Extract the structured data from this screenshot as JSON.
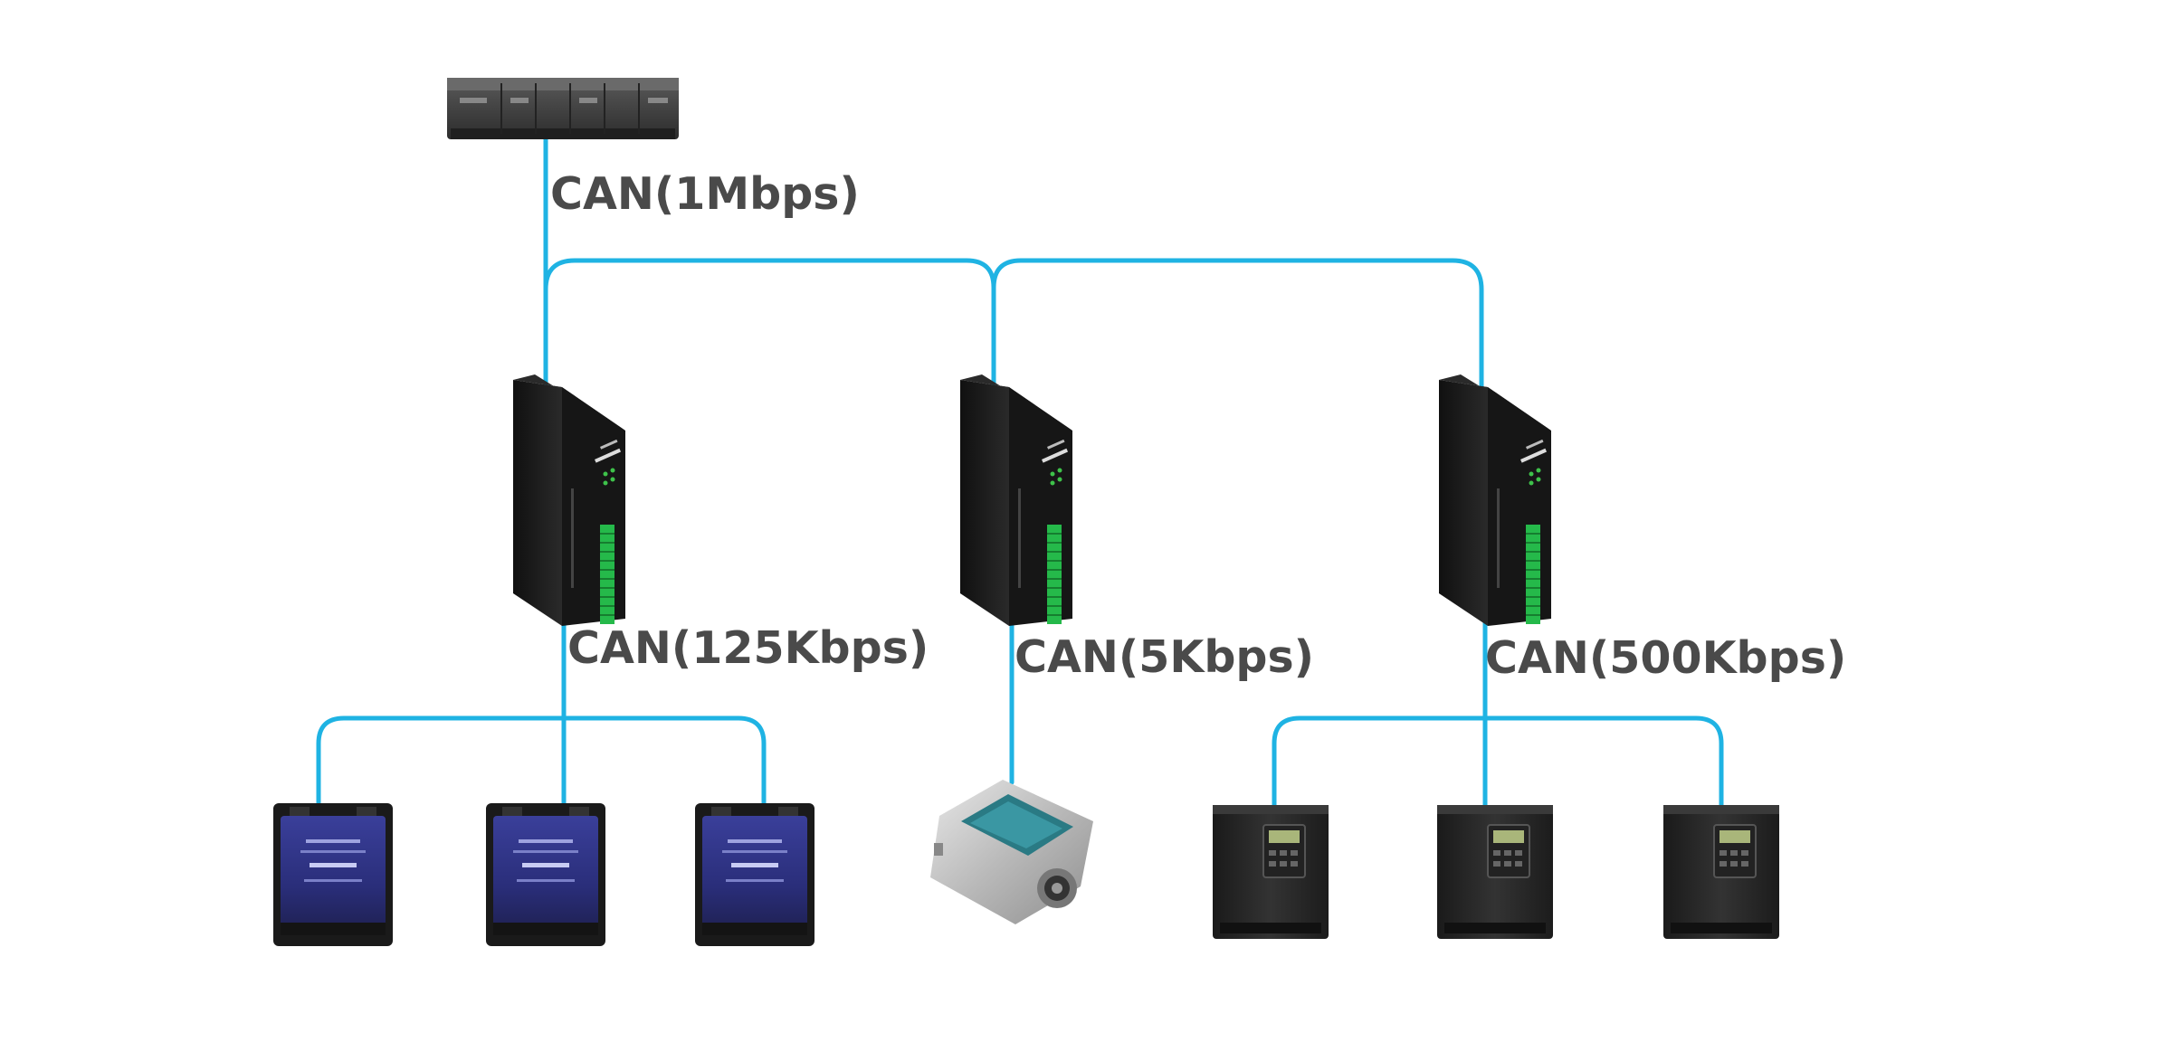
{
  "diagram": {
    "line_color": "#1fb3e3",
    "label_color": "#4a4a4a",
    "links": {
      "top": "CAN(1Mbps)",
      "left": "CAN(125Kbps)",
      "middle": "CAN(5Kbps)",
      "right": "CAN(500Kbps)"
    },
    "devices": {
      "master": "plc-controller",
      "bridges": [
        "can-bridge-1",
        "can-bridge-2",
        "can-bridge-3"
      ],
      "left_group": [
        "can-module-1",
        "can-module-2",
        "can-module-3"
      ],
      "middle_group": [
        "inclination-sensor"
      ],
      "right_group": [
        "frequency-inverter-1",
        "frequency-inverter-2",
        "frequency-inverter-3"
      ]
    }
  }
}
